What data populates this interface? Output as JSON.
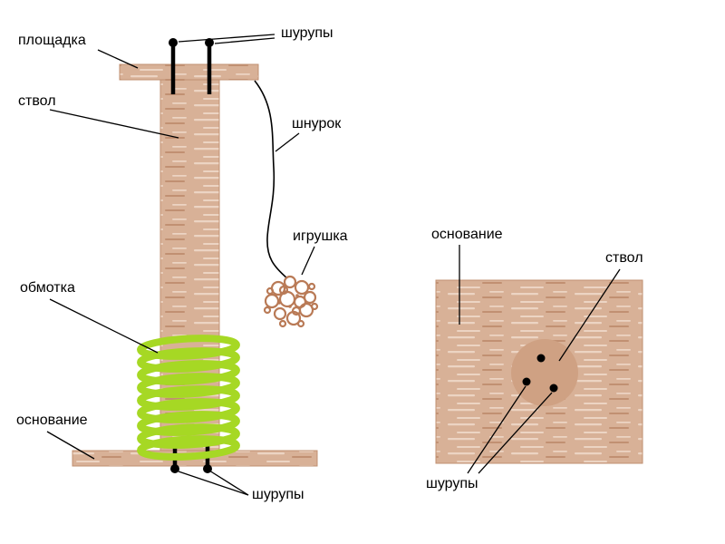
{
  "left": {
    "labels": {
      "platform": "площадка",
      "screws_top": "шурупы",
      "trunk": "ствол",
      "cord": "шнурок",
      "toy": "игрушка",
      "winding": "обмотка",
      "base": "основание",
      "screws_bottom": "шурупы"
    }
  },
  "right": {
    "labels": {
      "base": "основание",
      "trunk": "ствол",
      "screws": "шурупы"
    }
  },
  "colors": {
    "wood": "#d8b197",
    "wood_light": "#ecd4c3",
    "wood_dark": "#c19072",
    "winding": "#a6d824",
    "ink": "#000000",
    "toy": "#b97a56",
    "trunk_circle": "#cfa183"
  }
}
